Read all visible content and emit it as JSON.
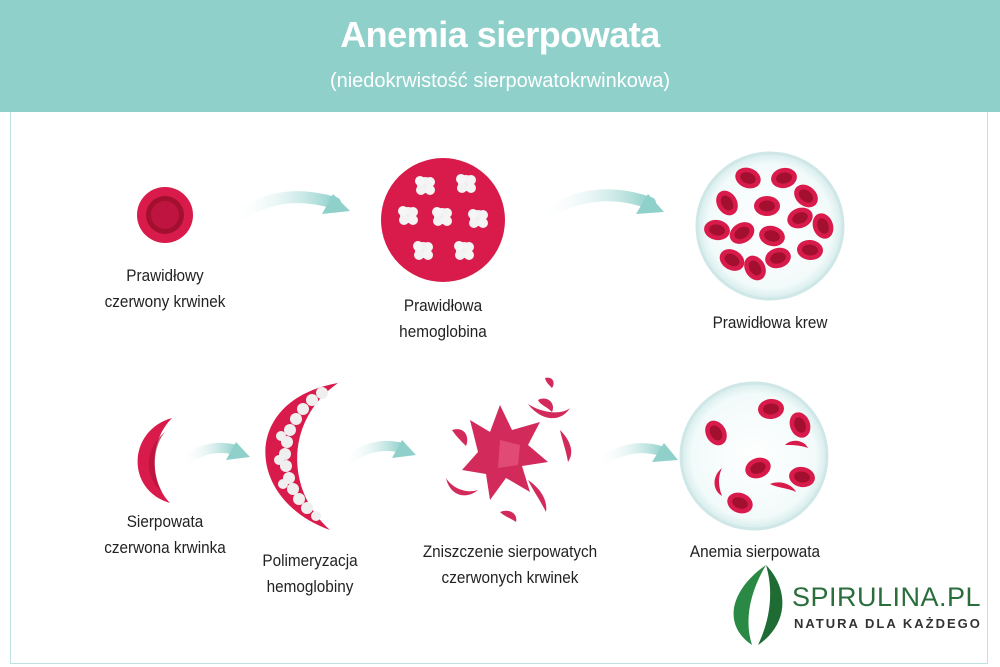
{
  "header": {
    "title": "Anemia sierpowata",
    "subtitle": "(niedokrwistość sierpowatokrwinkowa)"
  },
  "top_row": {
    "normal_cell": {
      "label_line1": "Prawidłowy",
      "label_line2": "czerwony krwinek"
    },
    "normal_hemoglobin": {
      "label_line1": "Prawidłowa",
      "label_line2": "hemoglobina"
    },
    "normal_blood": {
      "label": "Prawidłowa krew"
    }
  },
  "bottom_row": {
    "sickle_cell": {
      "label_line1": "Sierpowata",
      "label_line2": "czerwona krwinka"
    },
    "polymerization": {
      "label_line1": "Polimeryzacja",
      "label_line2": "hemoglobiny"
    },
    "destruction": {
      "label_line1": "Zniszczenie sierpowatych",
      "label_line2": "czerwonych krwinek"
    },
    "sickle_blood": {
      "label": "Anemia sierpowata"
    }
  },
  "brand": {
    "name": "SPIRULINA.PL",
    "tagline": "NATURA DLA KAŻDEGO"
  },
  "colors": {
    "header_bg": "#8fd0cb",
    "cell_red": "#d81b4a",
    "cell_dark": "#a3102f",
    "arrow": "#9fd6d2",
    "brand_green": "#2a6e3c"
  }
}
